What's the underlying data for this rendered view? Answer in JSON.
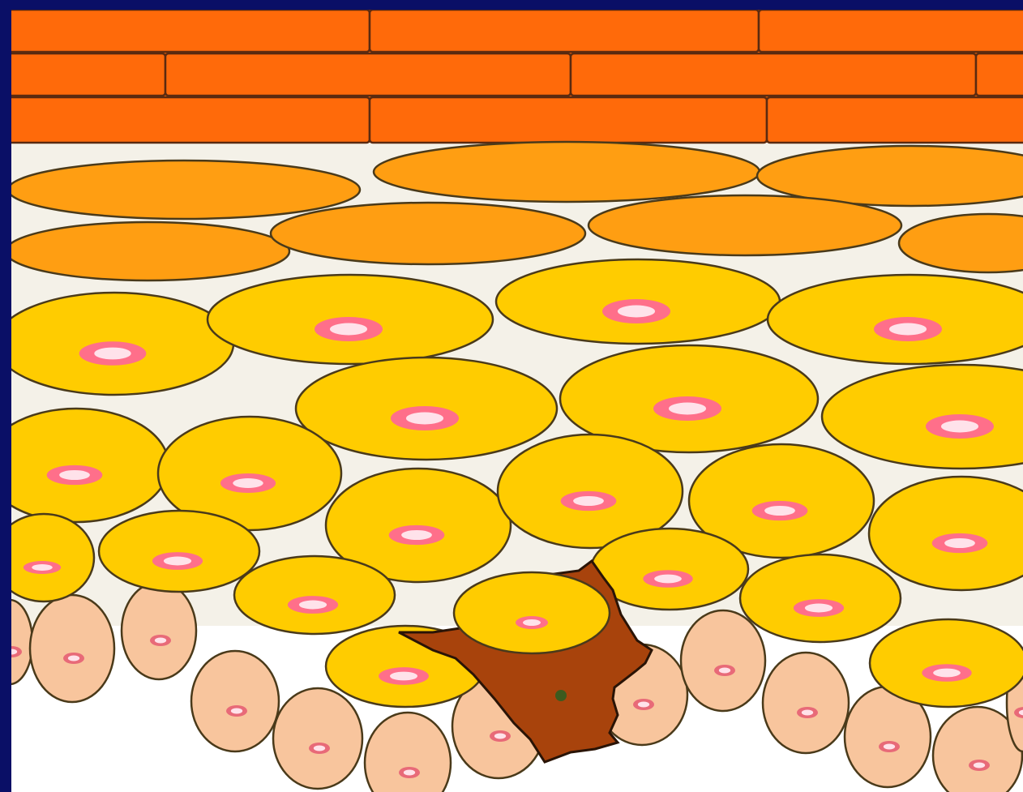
{
  "figure": {
    "description_visible_text": "",
    "layers": [
      {
        "name": "stratum-corneum",
        "kind": "bricks"
      },
      {
        "name": "stratum-granulosum",
        "kind": "flat-cells"
      },
      {
        "name": "stratum-spinosum",
        "kind": "round-cells"
      },
      {
        "name": "stratum-basale",
        "kind": "small-cells"
      },
      {
        "name": "lesion",
        "kind": "ulcer"
      }
    ]
  },
  "colors": {
    "border": "#0a0f66",
    "background": "#f4f1e8",
    "dermis_background": "#ffffff",
    "brick": "#ff6a0a",
    "brick_outline": "#5a2a10",
    "granular_cell": "#ff9e12",
    "spinous_cell": "#ffcc00",
    "nucleus_outer": "#ff6f8a",
    "nucleus_inner": "#ffe2ea",
    "basal_cell": "#f8c59d",
    "basal_nucleus": "#e86a78",
    "lesion": "#a8430c",
    "lesion_dark": "#7a2c08",
    "outline": "#4a3a1a"
  }
}
